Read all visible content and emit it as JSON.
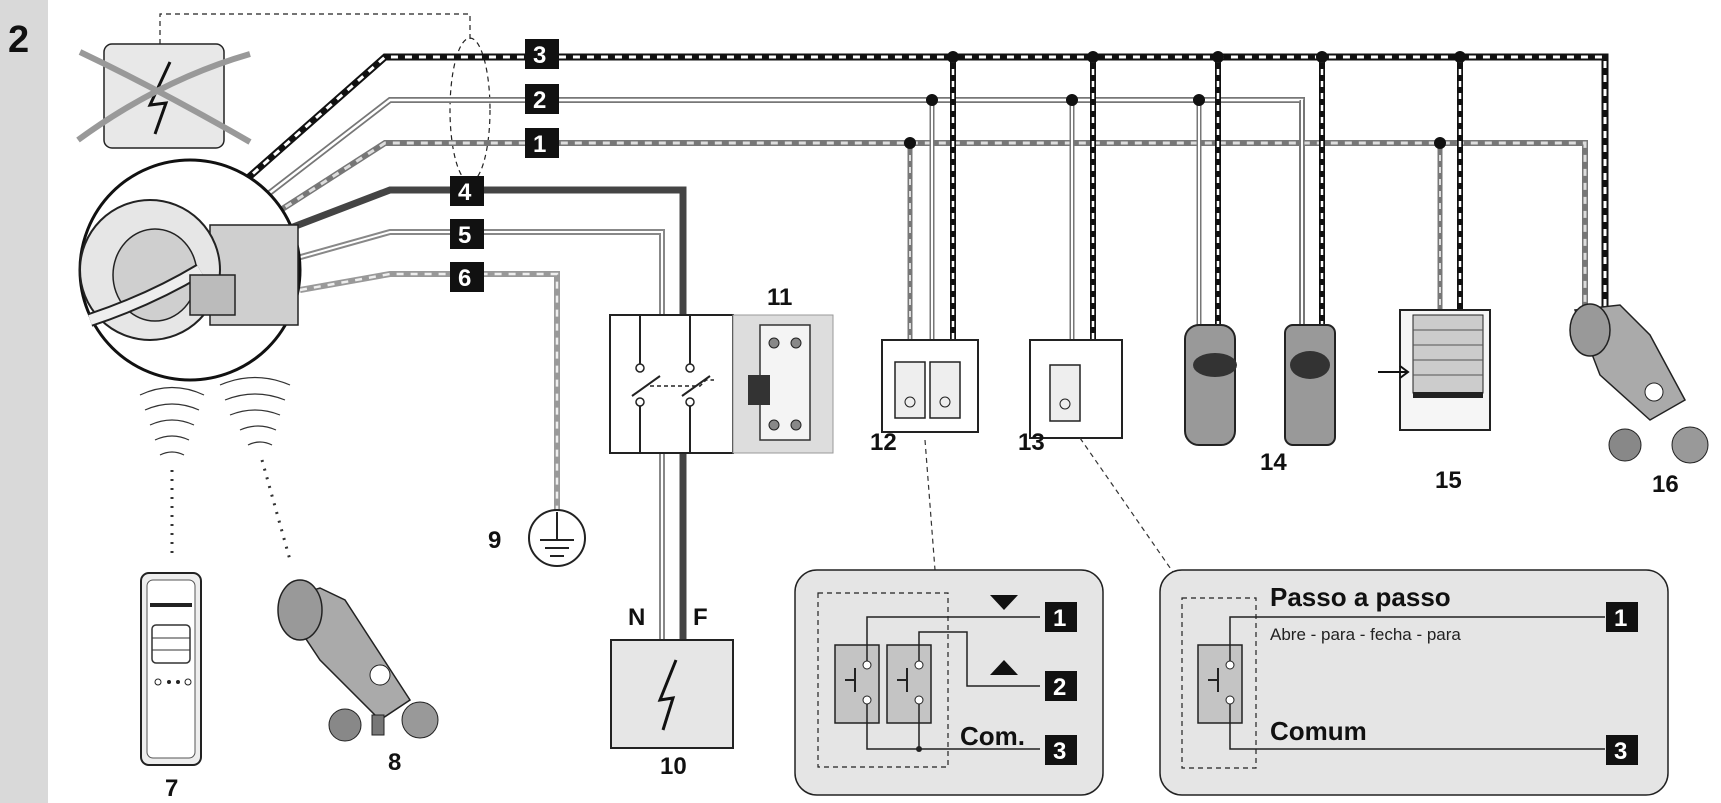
{
  "figure": {
    "number": "2"
  },
  "wire_numbers": [
    "3",
    "2",
    "1",
    "4",
    "5",
    "6"
  ],
  "components": {
    "remote": "7",
    "wind_sensor_radio": "8",
    "ground": "9",
    "power_supply": "10",
    "breaker": "11",
    "double_switch": "12",
    "single_switch": "13",
    "photocells": "14",
    "shutter": "15",
    "wind_sensor_wired": "16"
  },
  "supply_labels": {
    "neutral": "N",
    "phase": "F"
  },
  "detail_double": {
    "terminal_top": "1",
    "terminal_mid": "2",
    "terminal_bottom": "3",
    "common_label": "Com."
  },
  "detail_single": {
    "title": "Passo a passo",
    "subtitle": "Abre - para - fecha - para",
    "common_label": "Comum",
    "terminal_top": "1",
    "terminal_bottom": "3"
  }
}
